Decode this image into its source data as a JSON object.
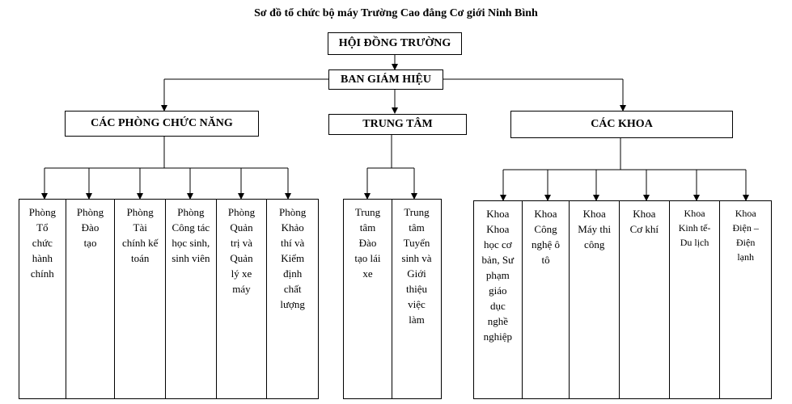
{
  "title": "Sơ đồ tổ chức bộ máy Trường Cao đẳng Cơ giới Ninh Bình",
  "nodes": {
    "council": "HỘI ĐỒNG TRƯỜNG",
    "board": "BAN GIÁM HIỆU",
    "departments": "CÁC PHÒNG CHỨC NĂNG",
    "centers": "TRUNG TÂM",
    "faculties": "CÁC KHOA"
  },
  "departments": [
    "Phòng Tổ chức hành chính",
    "Phòng Đào tạo",
    "Phòng Tài chính kế toán",
    "Phòng Công tác học sinh, sinh viên",
    "Phòng Quản trị và Quản lý xe máy",
    "Phòng Khảo thí và Kiểm định chất lượng"
  ],
  "centers": [
    "Trung tâm Đào tạo lái xe",
    "Trung tâm Tuyển sinh và Giới thiệu việc làm"
  ],
  "faculties": [
    "Khoa Khoa học cơ bản, Sư phạm giáo dục nghề nghiệp",
    "Khoa Công nghệ ô tô",
    "Khoa Máy thi công",
    "Khoa Cơ khí",
    "Khoa Kinh tế- Du lịch",
    "Khoa Điện – Điện lạnh"
  ]
}
